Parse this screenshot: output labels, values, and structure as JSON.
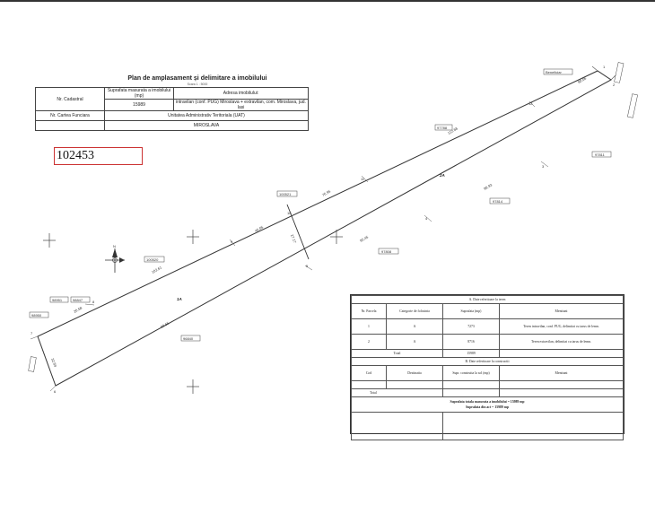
{
  "header": {
    "title": "Plan de amplasament și delimitare a imobilului",
    "scale": "Scara 1 : 5000",
    "nr_cadastral_label": "Nr. Cadastral",
    "suprafata_label": "Suprafata masurata a imobilului (mp)",
    "suprafata_value": "15989",
    "adresa_label": "Adresa imobilului:",
    "adresa_value": "intravilan (conf. PUG) Miroslava + extravilan, com. Miroslava, jud. Iasi",
    "carte_label": "Nr. Cartea Funciara",
    "uat_label": "Unitatea Administrativ Teritoriala (UAT)",
    "uat_value": "MIROSLAVA"
  },
  "cadastral_number": "102453",
  "map": {
    "parcel_labels": [
      "1A",
      "2A"
    ],
    "neighbor_labels": [
      "Beneficiar",
      "97788",
      "97811",
      "97814",
      "100521",
      "97808",
      "100520",
      "96840",
      "98951",
      "98847",
      "98950"
    ],
    "north_symbol": "N"
  },
  "table_a": {
    "section_title": "A. Date referitoare la teren",
    "headers": [
      "Nr. Parcela",
      "Categorie de folosinta",
      "Suprafata (mp)",
      "Mentiuni"
    ],
    "rows": [
      {
        "nr": "1",
        "cat": "A",
        "supr": "7273",
        "mentiuni": "Teren intravilan, conf. PUG, delimitat cu tarus de lemn."
      },
      {
        "nr": "2",
        "cat": "A",
        "supr": "8716",
        "mentiuni": "Teren extravilan, delimitat cu tarus de lemn."
      }
    ],
    "total_label": "Total",
    "total_value": "15989"
  },
  "table_b": {
    "section_title": "B. Date referitoare la constructii",
    "headers": [
      "Cod",
      "Destinatia",
      "Supr. construita la sol (mp)",
      "Mentiuni"
    ],
    "total_label": "Total"
  },
  "summary": {
    "line1": "Suprafata totala masurata a imobilului = 15989 mp",
    "line2": "Suprafata din act = 15989 mp"
  }
}
